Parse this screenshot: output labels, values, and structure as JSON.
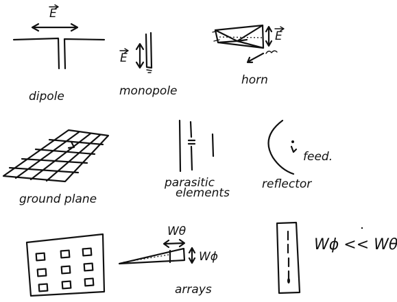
{
  "labels": {
    "field_e": "E",
    "dipole": "dipole",
    "monopole": "monopole",
    "horn": "horn",
    "ground_plane": "ground plane",
    "parasitic_1": "parasitic",
    "parasitic_2": "elements",
    "reflector": "reflector",
    "feed": "feed.",
    "arrays": "arrays",
    "w_theta": "Wθ",
    "w_phi": "Wϕ",
    "relation": "Wϕ << Wθ"
  }
}
